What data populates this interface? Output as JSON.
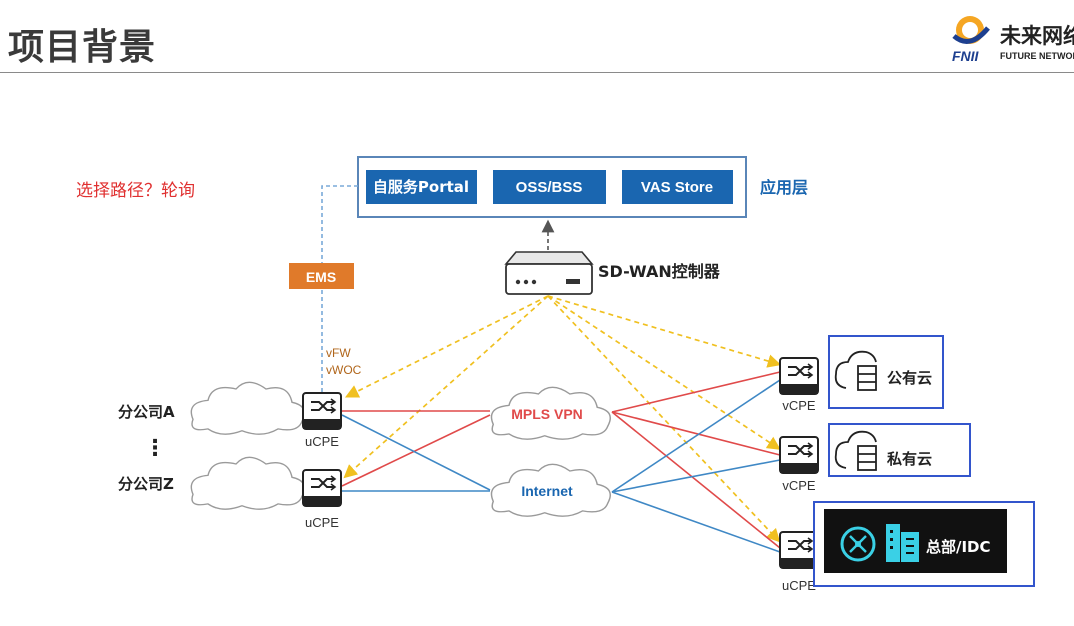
{
  "slide": {
    "title": "项目背景",
    "note": "选择路径？轮询"
  },
  "logo": {
    "name": "未来网络",
    "abbr": "FNII",
    "subtitle": "FUTURE NETWORK"
  },
  "app_layer": {
    "label": "应用层",
    "buttons": [
      "自服务Portal",
      "OSS/BSS",
      "VAS Store"
    ]
  },
  "ems": {
    "label": "EMS"
  },
  "controller": {
    "label": "SD-WAN控制器"
  },
  "vfw": {
    "lines": [
      "vFW",
      "vWOC"
    ]
  },
  "branches": {
    "a": "分公司A",
    "dots": "⋮",
    "z": "分公司Z",
    "device_label": "uCPE"
  },
  "networks": {
    "mpls": "MPLS VPN",
    "internet": "Internet"
  },
  "sites": {
    "device_label": "vCPE",
    "device_label_last": "uCPE",
    "public": "公有云",
    "private": "私有云",
    "hq": "总部/IDC"
  },
  "colors": {
    "mpls_link": "#e04a4a",
    "internet_link": "#3f88c5",
    "control_link": "#f0c020",
    "app_button": "#1a66b0",
    "ems": "#e07a2a",
    "highlight_box": "#3355cc"
  }
}
